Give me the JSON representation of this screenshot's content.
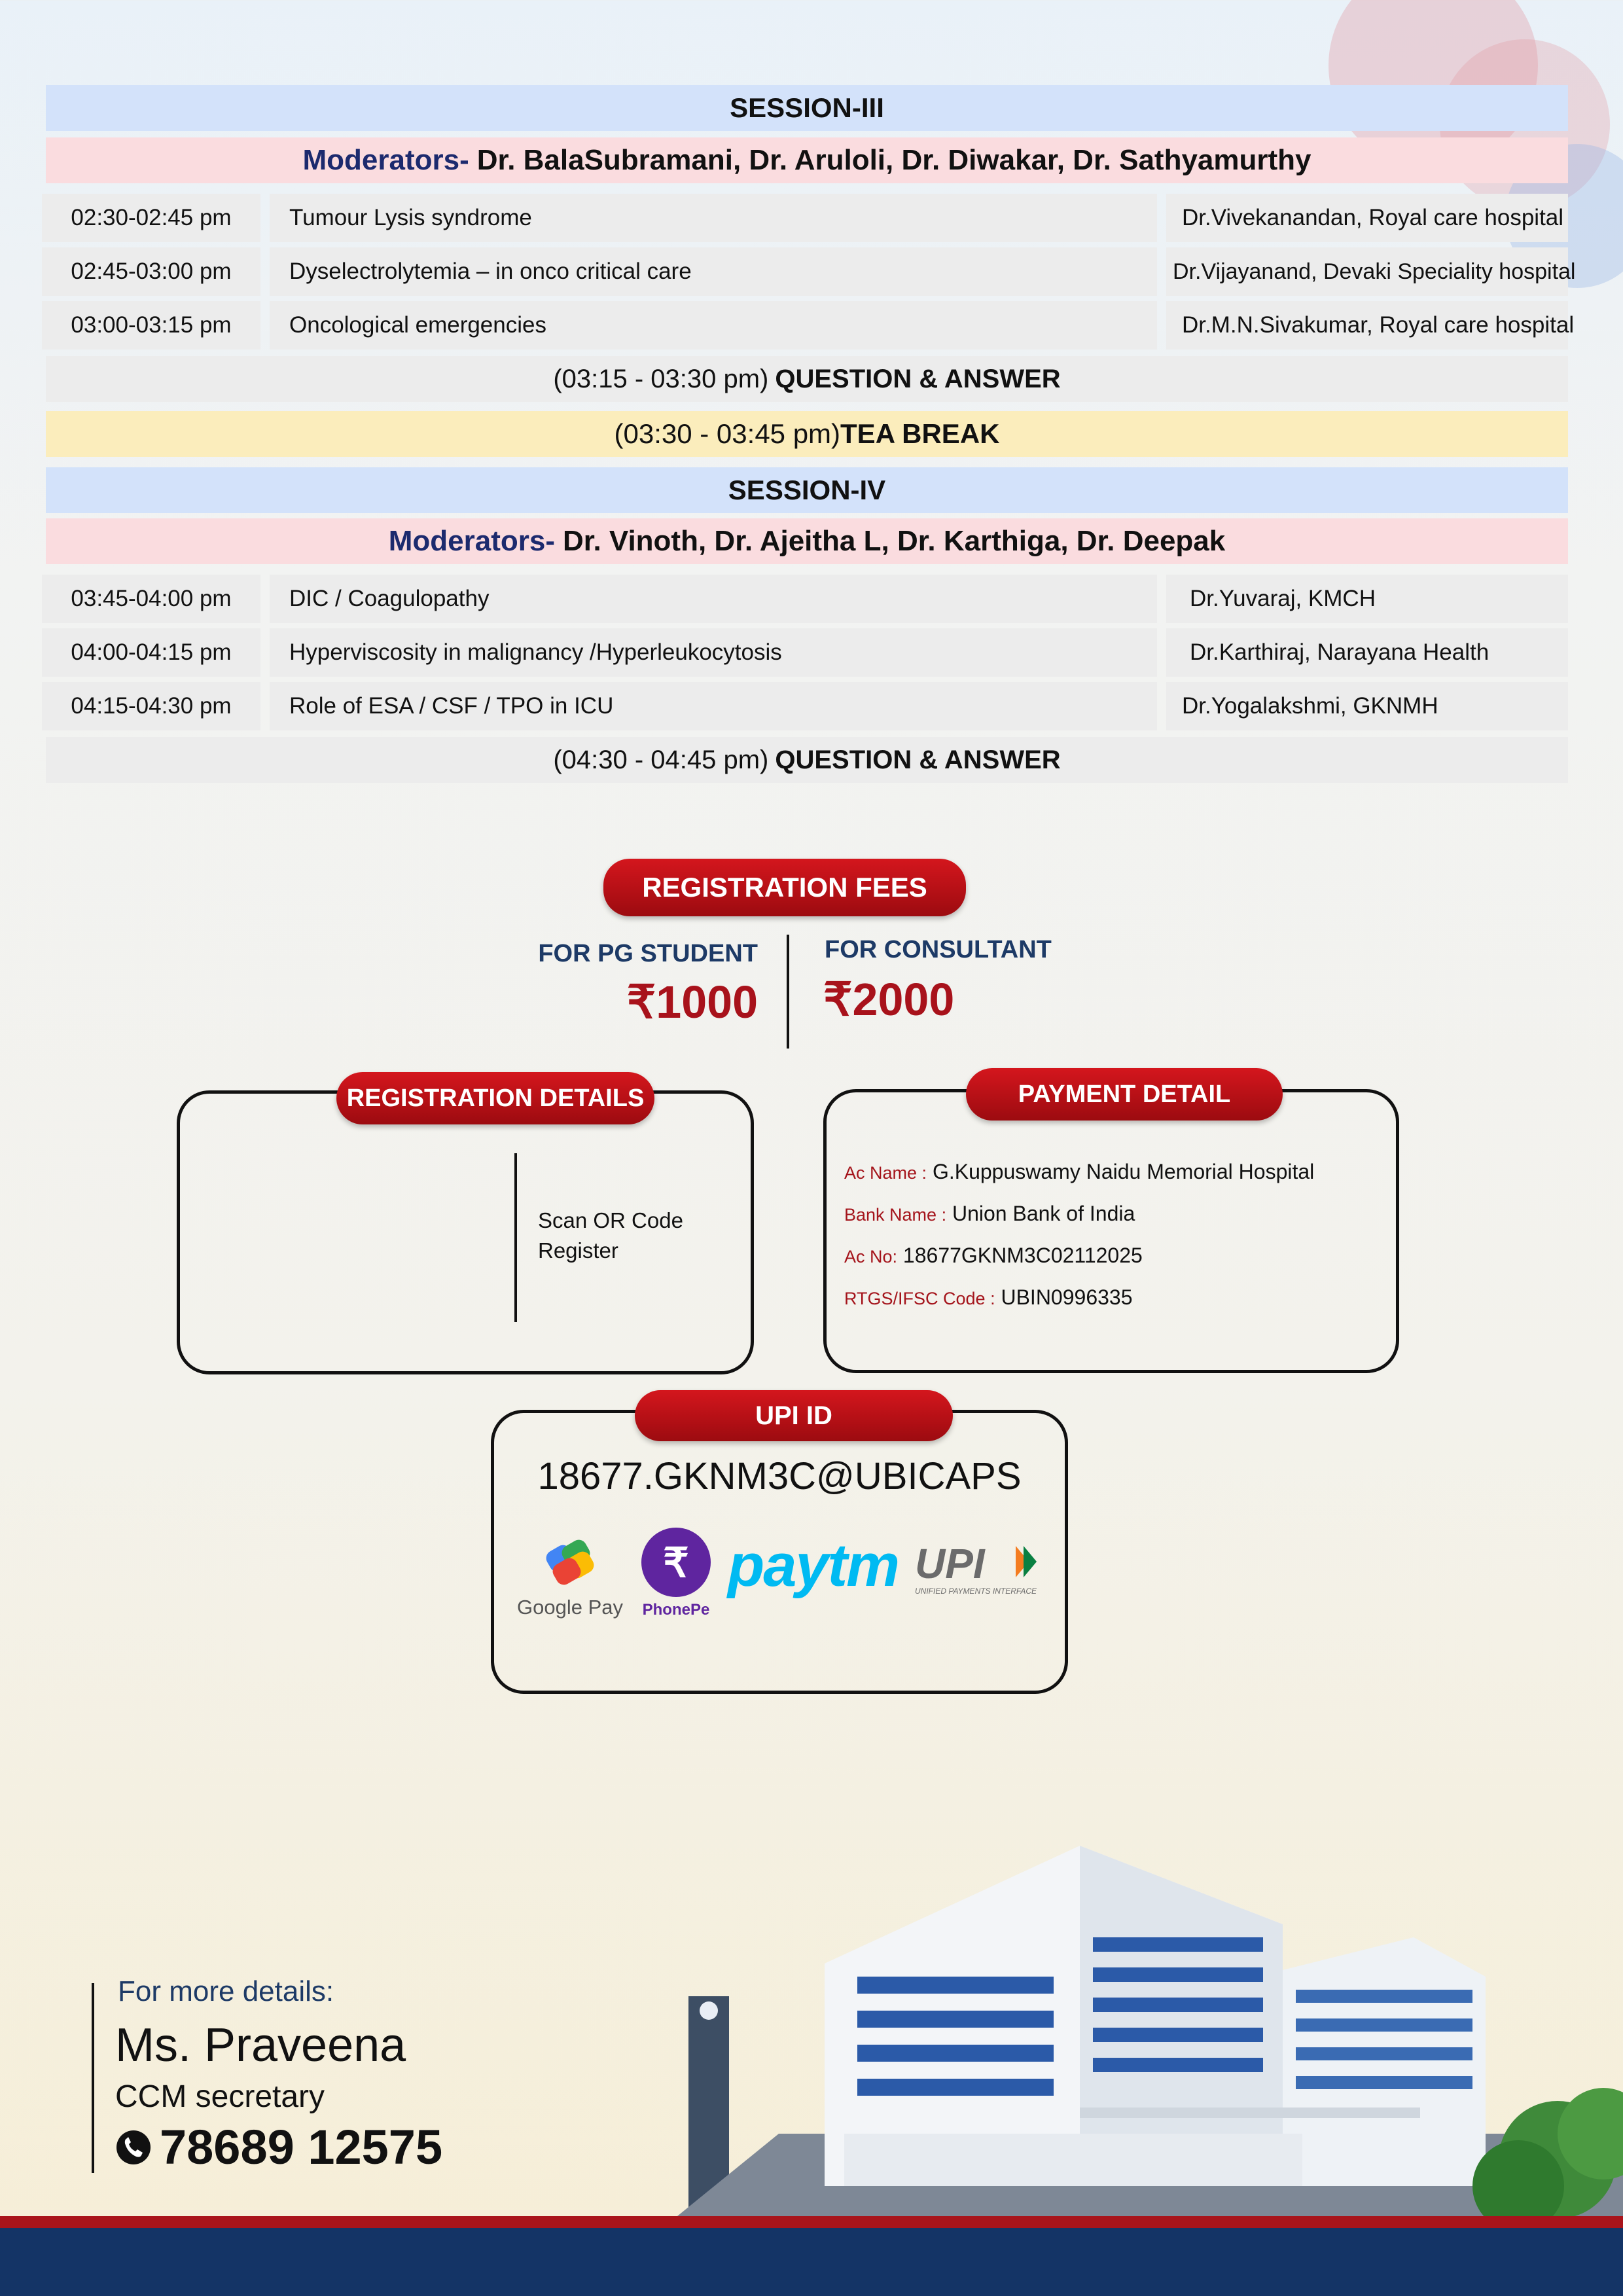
{
  "session3": {
    "title": "SESSION-III",
    "mod_label": "Moderators-",
    "moderators": "Dr. BalaSubramani, Dr. Aruloli, Dr. Diwakar, Dr. Sathyamurthy",
    "talks": [
      {
        "time": "02:30-02:45 pm",
        "topic": "Tumour Lysis syndrome",
        "speaker": "Dr.Vivekanandan, Royal care hospital"
      },
      {
        "time": "02:45-03:00 pm",
        "topic": "Dyselectrolytemia – in onco critical care",
        "speaker": "Dr.Vijayanand, Devaki Speciality hospital"
      },
      {
        "time": "03:00-03:15 pm",
        "topic": "Oncological emergencies",
        "speaker": "Dr.M.N.Sivakumar, Royal care hospital"
      }
    ],
    "qa_time": "(03:15 - 03:30 pm)",
    "qa_label": "QUESTION & ANSWER"
  },
  "tea": {
    "time": "(03:30 - 03:45 pm)",
    "label": "TEA BREAK"
  },
  "session4": {
    "title": "SESSION-IV",
    "mod_label": "Moderators-",
    "moderators": "Dr. Vinoth, Dr. Ajeitha L, Dr. Karthiga, Dr. Deepak",
    "talks": [
      {
        "time": "03:45-04:00 pm",
        "topic": "DIC / Coagulopathy",
        "speaker": "Dr.Yuvaraj, KMCH"
      },
      {
        "time": "04:00-04:15 pm",
        "topic": "Hyperviscosity in malignancy /Hyperleukocytosis",
        "speaker": "Dr.Karthiraj, Narayana Health"
      },
      {
        "time": "04:15-04:30 pm",
        "topic": "Role of ESA / CSF / TPO in ICU",
        "speaker": "Dr.Yogalakshmi, GKNMH"
      }
    ],
    "qa_time": "(04:30 - 04:45 pm)",
    "qa_label": "QUESTION & ANSWER"
  },
  "fees": {
    "title": "REGISTRATION FEES",
    "pg_label": "FOR PG STUDENT",
    "pg_amount": "₹1000",
    "consultant_label": "FOR CONSULTANT",
    "consultant_amount": "₹2000"
  },
  "registration": {
    "title": "REGISTRATION DETAILS",
    "scan_line1": "Scan OR Code",
    "scan_line2": "Register"
  },
  "payment": {
    "title": "PAYMENT DETAIL",
    "ac_name_label": "Ac Name :",
    "ac_name": "G.Kuppuswamy Naidu Memorial Hospital",
    "bank_label": "Bank Name :",
    "bank": "Union Bank of India",
    "ac_no_label": "Ac No:",
    "ac_no": "18677GKNM3C02112025",
    "ifsc_label": "RTGS/IFSC Code :",
    "ifsc": "UBIN0996335"
  },
  "upi": {
    "title": "UPI ID",
    "id": "18677.GKNM3C@UBICAPS",
    "apps": {
      "gpay": "Google Pay",
      "phonepe": "PhonePe",
      "paytm": "paytm",
      "upi": "UPI",
      "upi_sub": "UNIFIED PAYMENTS INTERFACE"
    }
  },
  "contact": {
    "intro": "For more details:",
    "name": "Ms. Praveena",
    "role": "CCM secretary",
    "phone": "78689 12575"
  },
  "colors": {
    "session_bg": "#d3e2fa",
    "moderator_bg": "#fadcdf",
    "tea_bg": "#fbedbc",
    "accent_red": "#a8121b",
    "navy": "#143466"
  }
}
